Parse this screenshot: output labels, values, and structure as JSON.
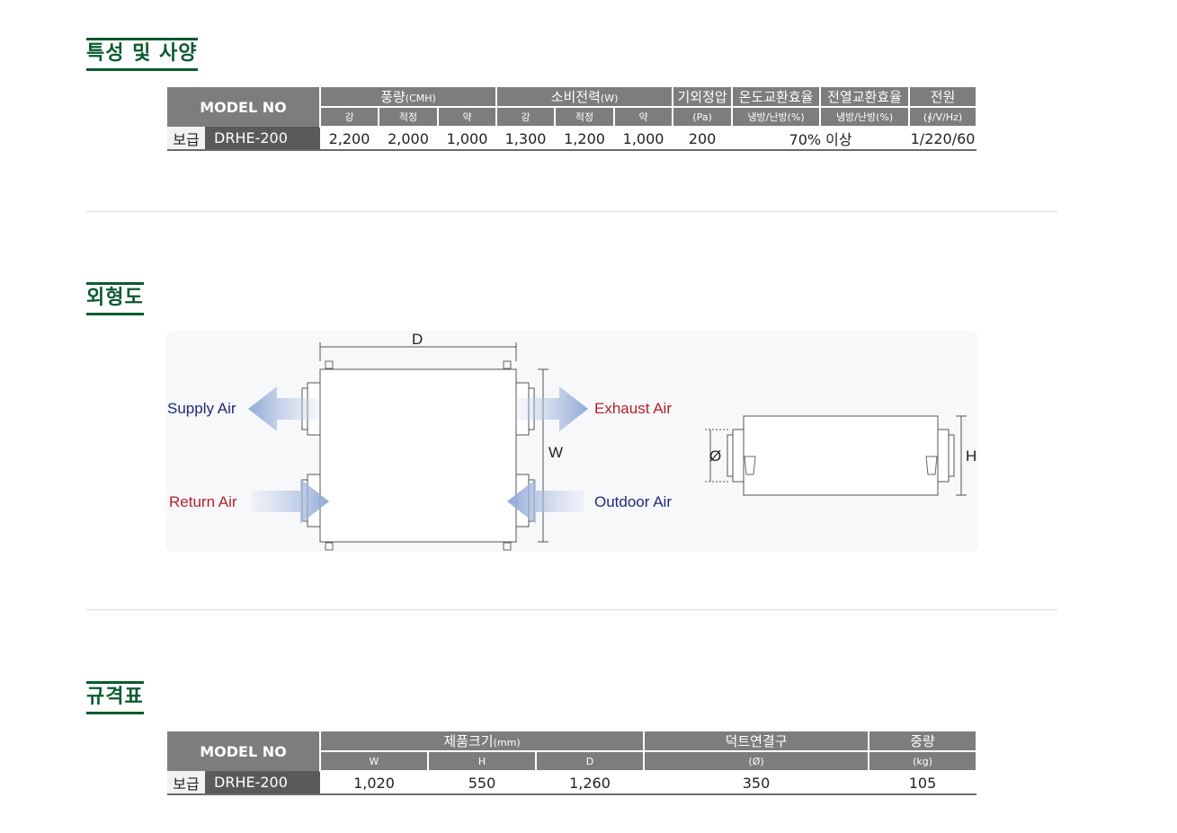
{
  "sections": {
    "spec_title": "특성 및 사양",
    "outline_title": "외형도",
    "dimension_title": "규격표"
  },
  "spec_table": {
    "model_header": "MODEL NO",
    "airflow_header": "풍량",
    "airflow_unit": "(CMH)",
    "power_header": "소비전력",
    "power_unit": "(W)",
    "levels": [
      "강",
      "적정",
      "약"
    ],
    "static_header": "기외정압",
    "static_unit": "(Pa)",
    "temp_header": "온도교환효율",
    "temp_sub": "냉방/난방(%)",
    "enthalpy_header": "전열교환효율",
    "enthalpy_sub": "냉방/난방(%)",
    "supply_header": "전원",
    "supply_unit": "(∮/V/Hz)",
    "row": {
      "label": "보급",
      "model": "DRHE-200",
      "airflow": [
        "2,200",
        "2,000",
        "1,000"
      ],
      "power": [
        "1,300",
        "1,200",
        "1,000"
      ],
      "static": "200",
      "efficiency": "70% 이상",
      "supply": "1/220/60"
    }
  },
  "diagram": {
    "dim_d": "D",
    "dim_w": "W",
    "dim_h": "H",
    "dim_phi": "Ø",
    "supply_air": "Supply Air",
    "return_air": "Return Air",
    "exhaust_air": "Exhaust Air",
    "outdoor_air": "Outdoor Air"
  },
  "dimension_table": {
    "model_header": "MODEL NO",
    "size_header": "제품크기",
    "size_unit": "(mm)",
    "cols": [
      "W",
      "H",
      "D"
    ],
    "duct_header": "덕트연결구",
    "duct_unit": "(Ø)",
    "weight_header": "중량",
    "weight_unit": "(kg)",
    "row": {
      "label": "보급",
      "model": "DRHE-200",
      "w": "1,020",
      "h": "550",
      "d": "1,260",
      "duct": "350",
      "weight": "105"
    }
  },
  "colors": {
    "heading_green": "#0b5a2e",
    "header_gray": "#7d7d7d",
    "supply_blue": "#1f2a7a",
    "exhaust_red": "#b5202b"
  }
}
